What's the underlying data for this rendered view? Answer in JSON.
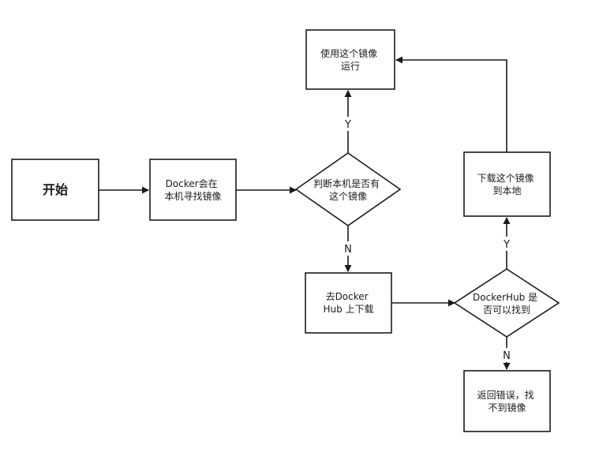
{
  "nodes": {
    "start": {
      "lines": [
        "开始"
      ]
    },
    "local_search": {
      "lines": [
        "Docker会在",
        "本机寻找镜像"
      ]
    },
    "check_local": {
      "lines": [
        "判断本机是否有",
        "这个镜像"
      ]
    },
    "run_image": {
      "lines": [
        "使用这个镜像",
        "运行"
      ]
    },
    "download_hub": {
      "lines": [
        "去Docker",
        "Hub 上下载"
      ]
    },
    "check_hub": {
      "lines": [
        "DockerHub 是",
        "否可以找到"
      ]
    },
    "download_local": {
      "lines": [
        "下载这个镜像",
        "到本地"
      ]
    },
    "error": {
      "lines": [
        "返回错误，找",
        "不到镜像"
      ]
    }
  },
  "edge_labels": {
    "local_yes": "Y",
    "local_no": "N",
    "hub_yes": "Y",
    "hub_no": "N"
  }
}
